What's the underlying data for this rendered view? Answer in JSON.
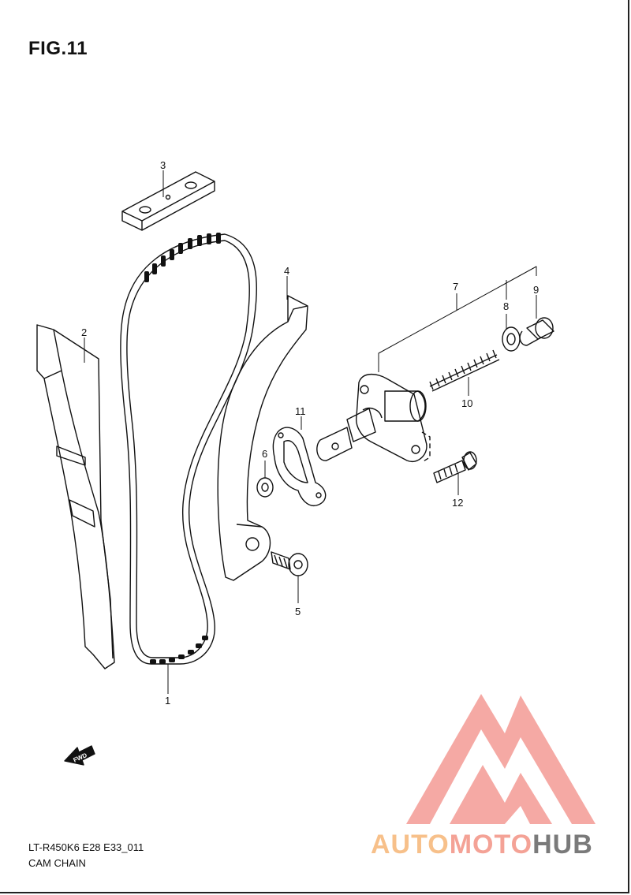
{
  "figure": {
    "title": "FIG.11",
    "code": "LT-R450K6 E28 E33_011",
    "caption": "CAM CHAIN"
  },
  "callouts": {
    "c1": "1",
    "c2": "2",
    "c3": "3",
    "c4": "4",
    "c5": "5",
    "c6": "6",
    "c7": "7",
    "c8": "8",
    "c9": "9",
    "c10": "10",
    "c11": "11",
    "c12": "12"
  },
  "fwd_label": "FWD",
  "watermark": {
    "part1": "AUTO",
    "part2": "MOTO",
    "part3": "HUB",
    "colors": {
      "auto": "#f7c08a",
      "moto": "#f4a296",
      "hub": "#7a7a7a",
      "logo": "#f4a09a"
    }
  }
}
